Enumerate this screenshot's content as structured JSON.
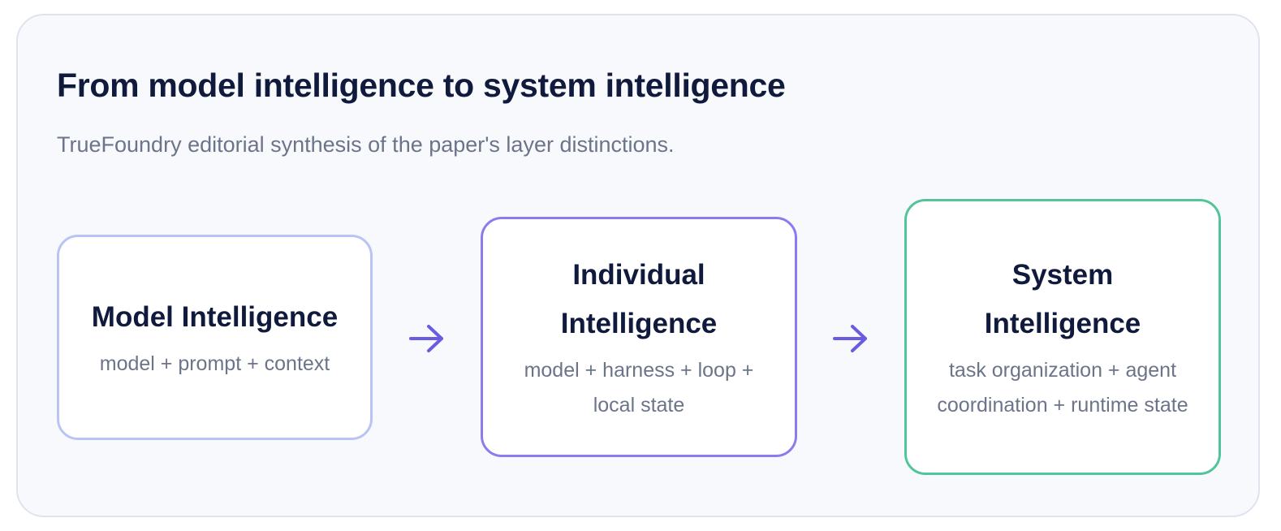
{
  "header": {
    "title": "From model intelligence to system intelligence",
    "subtitle": "TrueFoundry editorial synthesis of the paper's layer distinctions."
  },
  "layers": [
    {
      "title": "Model Intelligence",
      "description": "model + prompt + context",
      "border_color": "#b9c4f5"
    },
    {
      "title": "Individual Intelligence",
      "description": "model + harness + loop + local state",
      "border_color": "#8a7cee"
    },
    {
      "title": "System Intelligence",
      "description": "task organization + agent coordination + runtime state",
      "border_color": "#52c49a"
    }
  ],
  "connectors": [
    {
      "icon": "arrow-right-icon",
      "color": "#6a5ce0"
    },
    {
      "icon": "arrow-right-icon",
      "color": "#6a5ce0"
    }
  ],
  "colors": {
    "card_background": "#f8f9fd",
    "card_border": "#dfe3ee",
    "title_text": "#101a3c",
    "muted_text": "#6b7488"
  }
}
